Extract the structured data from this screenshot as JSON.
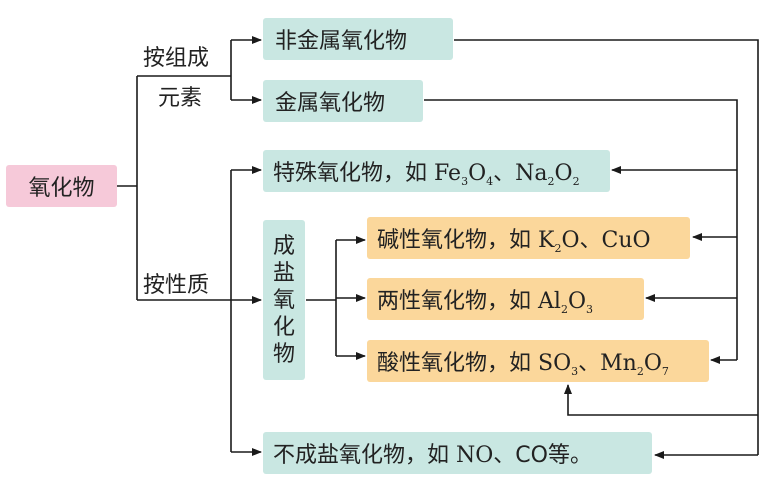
{
  "root": "氧化物",
  "branch_labels": {
    "by_element_line1": "按组成",
    "by_element_line2": "元素",
    "by_property": "按性质"
  },
  "nonmetal_oxide": "非金属氧化物",
  "metal_oxide": "金属氧化物",
  "special_oxide": {
    "prefix": "特殊氧化物，如 ",
    "f1": "Fe",
    "f1_s1": "3",
    "f1_o": "O",
    "f1_s2": "4",
    "sep": "、",
    "f2": "Na",
    "f2_s1": "2",
    "f2_o": "O",
    "f2_s2": "2"
  },
  "salt_forming_oxide": [
    "成",
    "盐",
    "氧",
    "化",
    "物"
  ],
  "basic_oxide": {
    "prefix": "碱性氧化物，如 ",
    "f1": "K",
    "f1_s": "2",
    "f1_o": "O",
    "sep": "、",
    "f2": "CuO"
  },
  "amphoteric_oxide": {
    "prefix": "两性氧化物，如 ",
    "f1": "Al",
    "f1_s1": "2",
    "f1_o": "O",
    "f1_s2": "3"
  },
  "acidic_oxide": {
    "prefix": "酸性氧化物，如 ",
    "f1": "SO",
    "f1_s": "3",
    "sep": "、",
    "f2": "Mn",
    "f2_s1": "2",
    "f2_o": "O",
    "f2_s2": "7"
  },
  "non_salt_forming_oxide": {
    "prefix": "不成盐氧化物，如 NO、",
    "suffix": "CO等。"
  },
  "colors": {
    "pink": "#f6c9d9",
    "teal": "#c9e7e2",
    "orange": "#fbd79b",
    "line": "#1a1a1a"
  }
}
